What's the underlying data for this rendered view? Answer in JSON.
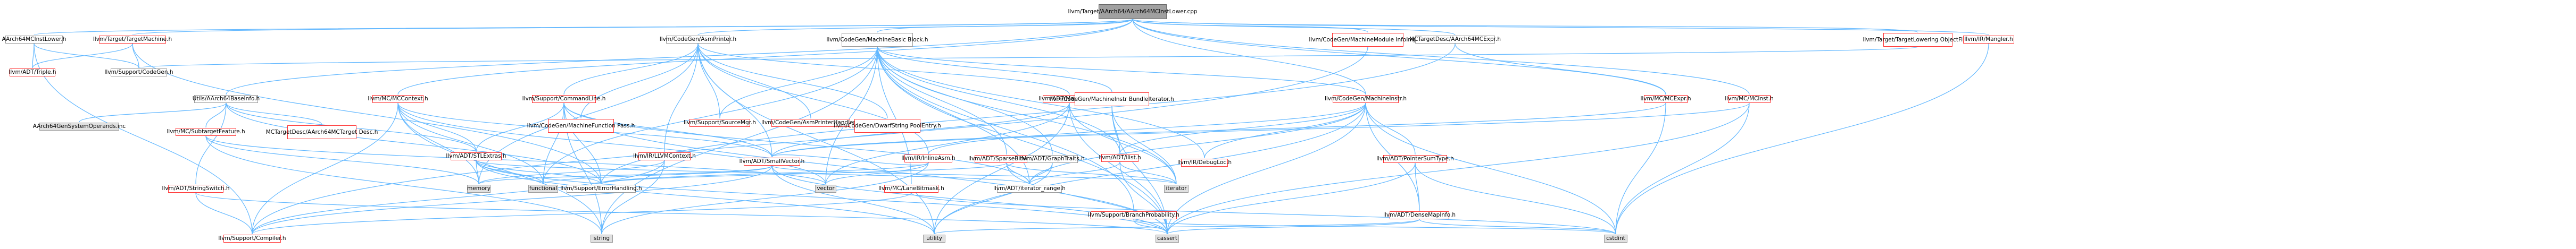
{
  "colors": {
    "edge": "#63b8ff",
    "edge_alt": "#ff9999",
    "node_red_border": "#ff3333",
    "node_gray_border": "#999999",
    "root_fill": "#a0a0a0"
  },
  "nodes": {
    "root": "llvm/Target/AArch64/AArch64MCInstLower.cpp",
    "aarch64mcinstlower": "AArch64MCInstLower.h",
    "targetmachine": "llvm/Target/TargetMachine.h",
    "codegen_asmprinter": "llvm/CodeGen/AsmPrinter.h",
    "machinebasicblock": "llvm/CodeGen/MachineBasic Block.h",
    "machinemoduleinfoimpls": "llvm/CodeGen/MachineModule InfoImpls.h",
    "aarch64mcexpr": "MCTargetDesc/AArch64MCExpr.h",
    "tloweringobjfile": "llvm/Target/TargetLowering ObjectFile.h",
    "mangler": "llvm/IR/Mangler.h",
    "triple": "llvm/ADT/Triple.h",
    "support_codegen": "llvm/Support/CodeGen.h",
    "utils_aarch64baseinfo": "Utils/AArch64BaseInfo.h",
    "mc_mccontext": "llvm/MC/MCContext.h",
    "support_commandline": "llvm/Support/CommandLine.h",
    "machinefunctionpass": "llvm/CodeGen/MachineFunction Pass.h",
    "support_sourcemgr": "llvm/Support/SourceMgr.h",
    "asmprinterhandler": "llvm/CodeGen/AsmPrinterHandler.h",
    "dwarfstringpoolentry": "llvm/CodeGen/DwarfString PoolEntry.h",
    "adt_mapvector": "llvm/ADT/MapVector.h",
    "machineinstrbundleiterator": "llvm/CodeGen/MachineInstr BundleIterator.h",
    "codegen_machineinstr": "llvm/CodeGen/MachineInstr.h",
    "mc_mcexpr": "llvm/MC/MCExpr.h",
    "mc_mcinst": "llvm/MC/MCInst.h",
    "aarch64systemoperands": "AArch64GenSystemOperands.inc",
    "mc_subtargetfeature": "llvm/MC/SubtargetFeature.h",
    "aarch64targetdesc": "MCTargetDesc/AArch64MCTarget Desc.h",
    "adt_stlextras": "llvm/ADT/STLExtras.h",
    "ir_llvmcontext": "llvm/IR/LLVMContext.h",
    "adt_smallvector": "llvm/ADT/SmallVector.h",
    "ir_inlineasm": "llvm/IR/InlineAsm.h",
    "ir_debugloc": "llvm/IR/DebugLoc.h",
    "adt_ilist": "llvm/ADT/ilist.h",
    "adt_sparsebitvector": "llvm/ADT/SparseBitVector.h",
    "adt_graphtraits": "llvm/ADT/GraphTraits.h",
    "adt_pointersumtype": "llvm/ADT/PointerSumType.h",
    "adt_stringswitch": "llvm/ADT/StringSwitch.h",
    "memory": "memory",
    "functional": "functional",
    "support_errorhandling": "llvm/Support/ErrorHandling.h",
    "vector": "vector",
    "mc_lanebitmask": "llvm/MC/LaneBitmask.h",
    "adt_iterator_range": "llvm/ADT/iterator_range.h",
    "iterator": "iterator",
    "support_branchprobability": "llvm/Support/BranchProbability.h",
    "adt_densemapinfo": "llvm/ADT/DenseMapInfo.h",
    "support_compiler": "llvm/Support/Compiler.h",
    "string": "string",
    "utility": "utility",
    "cassert": "cassert",
    "cstdint": "cstdint"
  }
}
